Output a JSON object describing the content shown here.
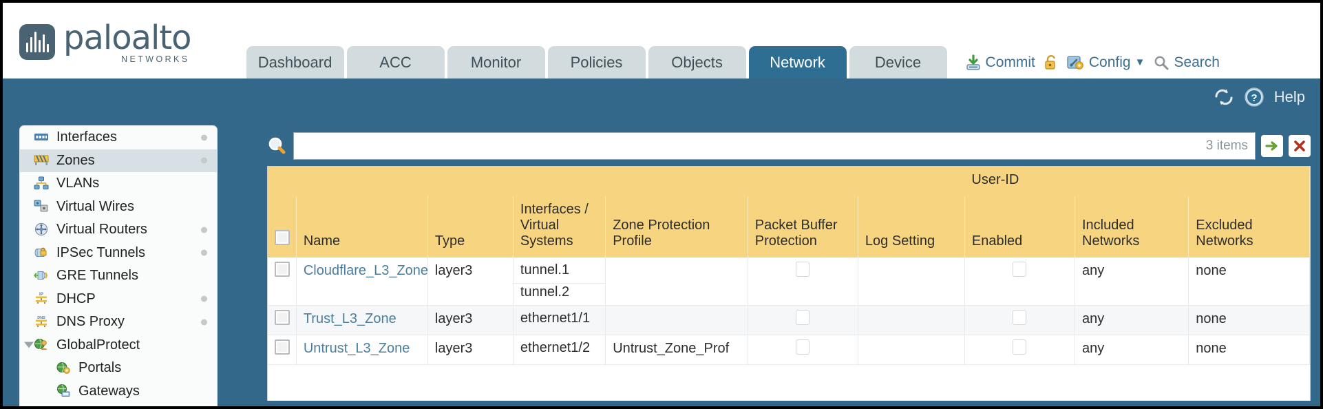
{
  "brand": {
    "name": "paloalto",
    "tagline": "NETWORKS",
    "mark": "paloalto-logo"
  },
  "nav": {
    "tabs": [
      {
        "label": "Dashboard",
        "active": false
      },
      {
        "label": "ACC",
        "active": false
      },
      {
        "label": "Monitor",
        "active": false
      },
      {
        "label": "Policies",
        "active": false
      },
      {
        "label": "Objects",
        "active": false
      },
      {
        "label": "Network",
        "active": true
      },
      {
        "label": "Device",
        "active": false
      }
    ]
  },
  "header_actions": {
    "commit": "Commit",
    "config": "Config",
    "search": "Search",
    "lock_icon": "unlock-icon",
    "commit_icon": "commit-download-icon",
    "config_icon": "config-wrench-icon",
    "search_icon": "search-magnifier-icon",
    "caret": "▼"
  },
  "subbar": {
    "refresh_icon": "refresh-icon",
    "help_icon": "help-question-icon",
    "help_label": "Help"
  },
  "sidebar": {
    "items": [
      {
        "label": "Interfaces",
        "icon": "interfaces-icon",
        "selected": false,
        "dot": true,
        "child": false,
        "expander": false
      },
      {
        "label": "Zones",
        "icon": "zones-icon",
        "selected": true,
        "dot": true,
        "child": false,
        "expander": false
      },
      {
        "label": "VLANs",
        "icon": "vlans-icon",
        "selected": false,
        "dot": false,
        "child": false,
        "expander": false
      },
      {
        "label": "Virtual Wires",
        "icon": "virtual-wires-icon",
        "selected": false,
        "dot": false,
        "child": false,
        "expander": false
      },
      {
        "label": "Virtual Routers",
        "icon": "virtual-routers-icon",
        "selected": false,
        "dot": true,
        "child": false,
        "expander": false
      },
      {
        "label": "IPSec Tunnels",
        "icon": "ipsec-tunnels-icon",
        "selected": false,
        "dot": true,
        "child": false,
        "expander": false
      },
      {
        "label": "GRE Tunnels",
        "icon": "gre-tunnels-icon",
        "selected": false,
        "dot": false,
        "child": false,
        "expander": false
      },
      {
        "label": "DHCP",
        "icon": "dhcp-icon",
        "selected": false,
        "dot": true,
        "child": false,
        "expander": false
      },
      {
        "label": "DNS Proxy",
        "icon": "dns-proxy-icon",
        "selected": false,
        "dot": true,
        "child": false,
        "expander": false
      },
      {
        "label": "GlobalProtect",
        "icon": "globalprotect-icon",
        "selected": false,
        "dot": false,
        "child": false,
        "expander": true
      },
      {
        "label": "Portals",
        "icon": "portals-icon",
        "selected": false,
        "dot": false,
        "child": true,
        "expander": false
      },
      {
        "label": "Gateways",
        "icon": "gateways-icon",
        "selected": false,
        "dot": false,
        "child": true,
        "expander": false
      }
    ]
  },
  "search": {
    "value": "",
    "placeholder": "",
    "items_count": "3 items",
    "apply_icon": "green-arrow-apply-icon",
    "clear_icon": "red-x-clear-icon",
    "magnifier_icon": "search-magnifier-icon"
  },
  "table": {
    "group_header": {
      "label": "User-ID",
      "spans": 3
    },
    "columns": [
      "Name",
      "Type",
      "Interfaces / Virtual Systems",
      "Zone Protection Profile",
      "Packet Buffer Protection",
      "Log Setting",
      "Enabled",
      "Included Networks",
      "Excluded Networks"
    ],
    "rows": [
      {
        "selected": false,
        "name": "Cloudflare_L3_Zone",
        "type": "layer3",
        "interfaces": [
          "tunnel.1",
          "tunnel.2"
        ],
        "zone_protection_profile": "",
        "packet_buffer_protection": false,
        "log_setting": "",
        "userid_enabled": false,
        "included_networks": "any",
        "excluded_networks": "none"
      },
      {
        "selected": false,
        "name": "Trust_L3_Zone",
        "type": "layer3",
        "interfaces": [
          "ethernet1/1"
        ],
        "zone_protection_profile": "",
        "packet_buffer_protection": false,
        "log_setting": "",
        "userid_enabled": false,
        "included_networks": "any",
        "excluded_networks": "none"
      },
      {
        "selected": false,
        "name": "Untrust_L3_Zone",
        "type": "layer3",
        "interfaces": [
          "ethernet1/2"
        ],
        "zone_protection_profile": "Untrust_Zone_Prof",
        "packet_buffer_protection": false,
        "log_setting": "",
        "userid_enabled": false,
        "included_networks": "any",
        "excluded_networks": "none"
      }
    ]
  },
  "colors": {
    "banner": "#33688b",
    "tab_active": "#2e6e93",
    "tab_inactive": "#d2dbdd",
    "table_header": "#f6d480",
    "group_header": "#e2b53f",
    "link": "#4b7e9e",
    "sidebar_selected": "#d6e0e5"
  }
}
